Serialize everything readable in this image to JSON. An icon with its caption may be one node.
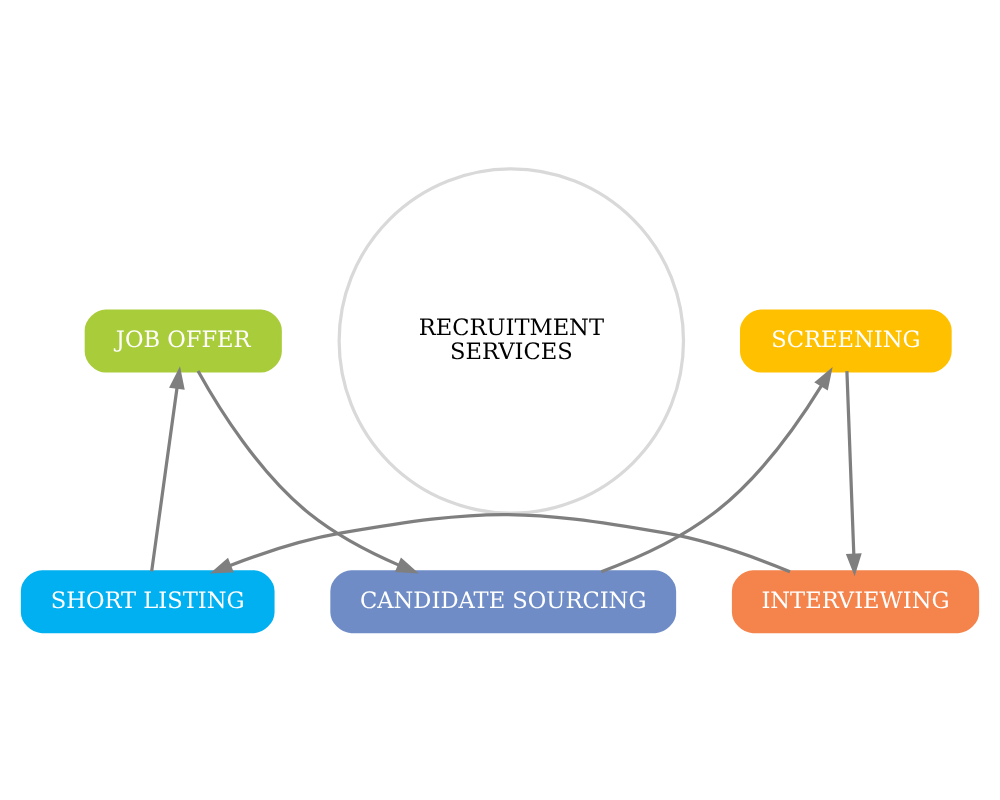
{
  "diagram": {
    "nodes": [
      {
        "text": [
          "RECRUITMENT SERVICES"
        ]
      },
      {
        "text": [
          "CANDIDATE SOURCING"
        ]
      },
      {
        "text": [
          "SCREENING"
        ]
      },
      {
        "text": [
          "INTERVIEWING"
        ]
      },
      {
        "text": [
          "SHORT LISTING"
        ]
      },
      {
        "text": [
          "JOB OFFER"
        ]
      }
    ],
    "edges": [
      {
        "from": 1,
        "to": 2,
        "arrow": "to"
      },
      {
        "from": 2,
        "to": 3,
        "arrow": "to"
      },
      {
        "from": 3,
        "to": 4,
        "arrow": "to"
      },
      {
        "from": 4,
        "to": 5,
        "arrow": "to"
      },
      {
        "from": 5,
        "to": 1,
        "arrow": "to"
      }
    ]
  }
}
